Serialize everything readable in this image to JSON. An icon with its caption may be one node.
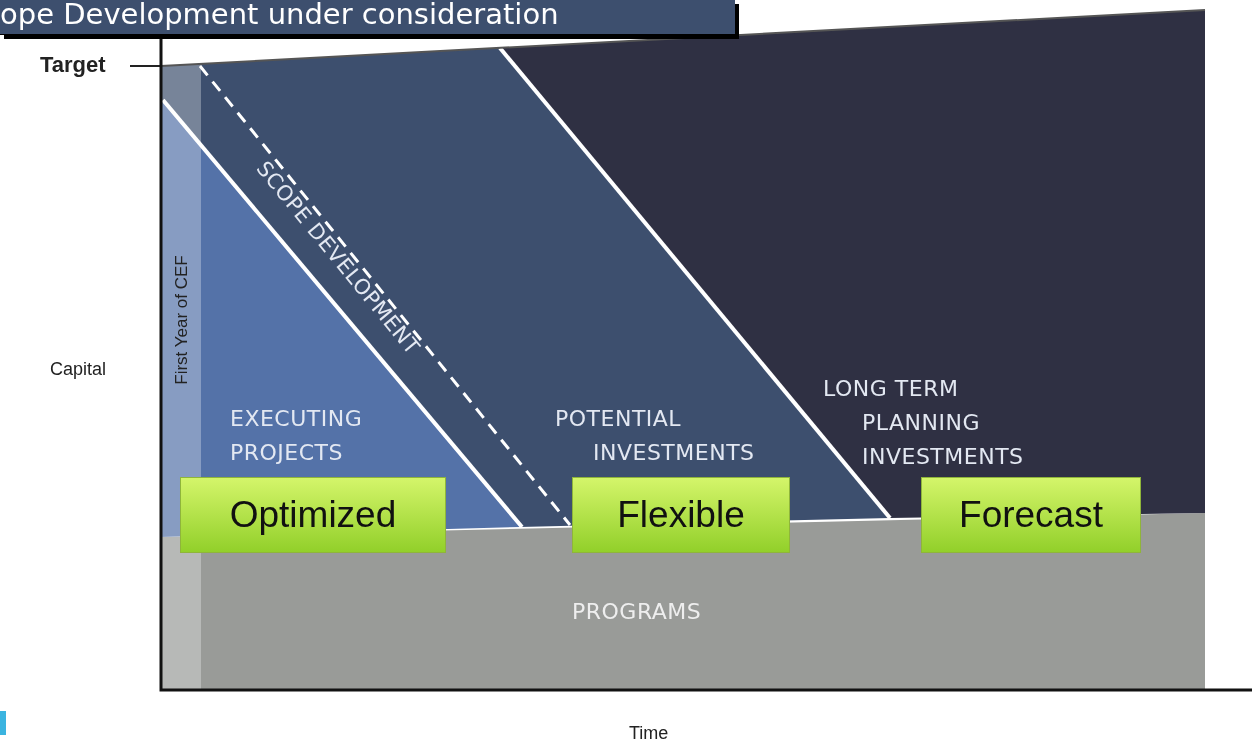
{
  "diagram": {
    "nodes": [
      {
        "text": [
          "ope Development under consideration"
        ]
      },
      {
        "text": [
          "Optimized"
        ]
      },
      {
        "text": [
          "Flexible"
        ]
      },
      {
        "text": [
          "Forecast"
        ]
      }
    ],
    "labels": [
      "Target",
      "First Year of CEF",
      "SCOPE DEVELOPMENT",
      "Capital",
      "EXECUTING PROJECTS",
      "POTENTIAL INVESTMENTS",
      "LONG TERM PLANNING INVESTMENTS",
      "PROGRAMS",
      "Time"
    ]
  }
}
